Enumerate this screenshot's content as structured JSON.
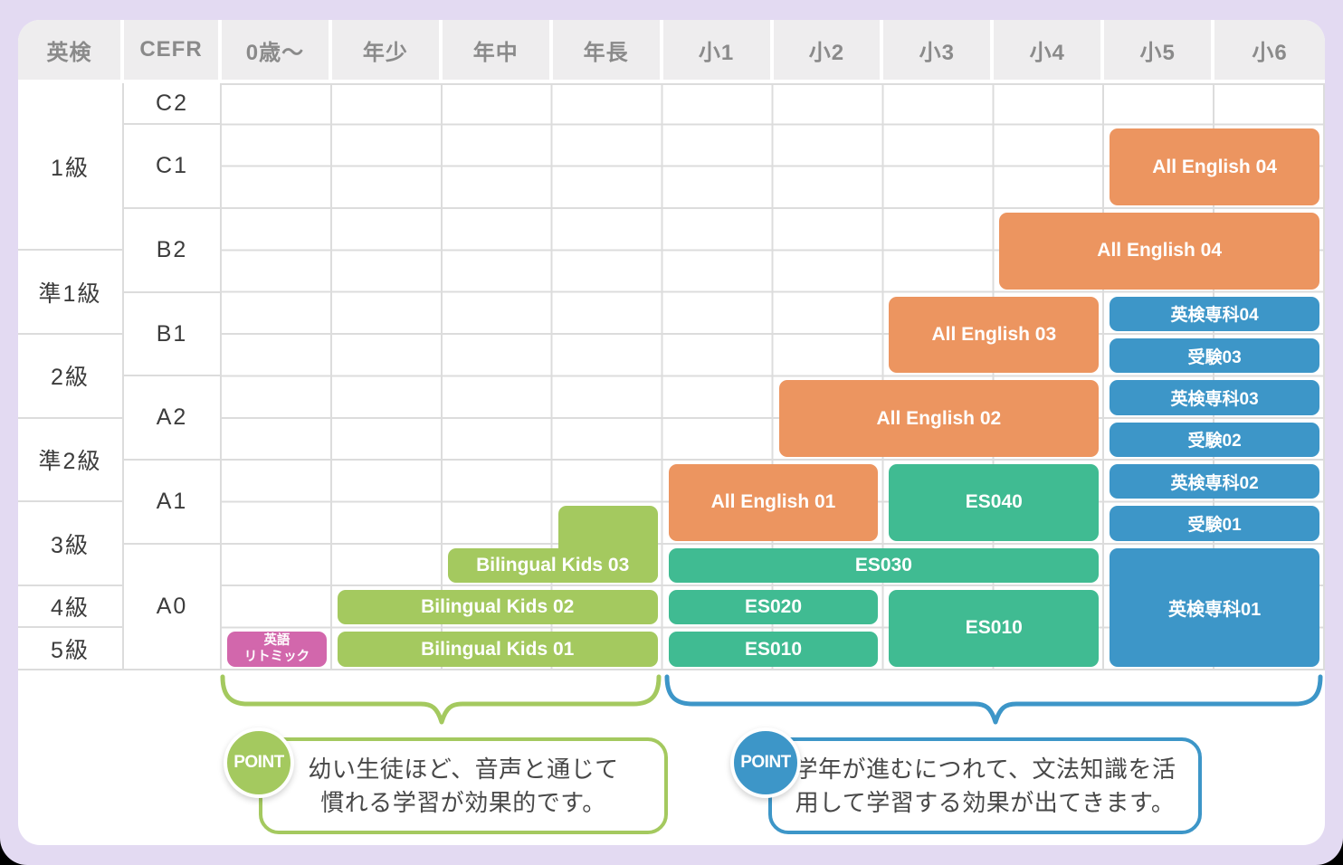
{
  "colors": {
    "background_lavender": "#E3DAF2",
    "panel_white": "#FFFFFF",
    "header_gray": "#EEEDEE",
    "grid_line": "#DCDCDC",
    "orange_all_english": "#EC9560",
    "teal_es": "#40BB92",
    "blue_eiken_juken": "#3D96C8",
    "green_bilingual": "#A4C95F",
    "pink_ritomikku": "#D267AC"
  },
  "header": {
    "eiken": "英検",
    "cefr": "CEFR",
    "ages": [
      "0歳〜",
      "年少",
      "年中",
      "年長",
      "小1",
      "小2",
      "小3",
      "小4",
      "小5",
      "小6"
    ]
  },
  "eiken_levels": [
    "1級",
    "準1級",
    "2級",
    "準2級",
    "3級",
    "4級",
    "5級"
  ],
  "cefr_levels": [
    "C2",
    "C1",
    "B2",
    "B1",
    "A2",
    "A1",
    "A0"
  ],
  "blocks": [
    {
      "label": "All English 04",
      "program": "all-english",
      "cefr": "C1",
      "grades": "小5〜小6"
    },
    {
      "label": "All English 04",
      "program": "all-english",
      "cefr": "B2",
      "grades": "小4〜小6"
    },
    {
      "label": "All English 03",
      "program": "all-english",
      "cefr": "B1",
      "grades": "小3〜小4"
    },
    {
      "label": "英検専科04",
      "program": "eiken-senka",
      "cefr": "B1",
      "grades": "小5〜小6"
    },
    {
      "label": "受験03",
      "program": "juken",
      "cefr": "B1",
      "grades": "小5〜小6"
    },
    {
      "label": "All English 02",
      "program": "all-english",
      "cefr": "A2",
      "grades": "小2〜小4"
    },
    {
      "label": "英検専科03",
      "program": "eiken-senka",
      "cefr": "A2",
      "grades": "小5〜小6"
    },
    {
      "label": "受験02",
      "program": "juken",
      "cefr": "A2",
      "grades": "小5〜小6"
    },
    {
      "label": "All English 01",
      "program": "all-english",
      "cefr": "A1",
      "grades": "小1〜小2"
    },
    {
      "label": "ES040",
      "program": "es",
      "cefr": "A1",
      "grades": "小3〜小4"
    },
    {
      "label": "英検専科02",
      "program": "eiken-senka",
      "cefr": "A1",
      "grades": "小5〜小6"
    },
    {
      "label": "受験01",
      "program": "juken",
      "cefr": "A1",
      "grades": "小5〜小6"
    },
    {
      "label": "Bilingual Kids 03",
      "program": "bilingual-kids",
      "cefr": "A0〜A1",
      "grades": "年中〜年長"
    },
    {
      "label": "ES030",
      "program": "es",
      "cefr": "A0",
      "grades": "小1〜小4"
    },
    {
      "label": "英検専科01",
      "program": "eiken-senka",
      "cefr": "A0",
      "grades": "小5〜小6"
    },
    {
      "label": "Bilingual Kids 02",
      "program": "bilingual-kids",
      "cefr": "A0",
      "grades": "年少〜年長"
    },
    {
      "label": "ES020",
      "program": "es",
      "cefr": "A0",
      "grades": "小1〜小2"
    },
    {
      "label": "ES010",
      "program": "es",
      "cefr": "A0",
      "grades": "小3〜小4"
    },
    {
      "label_line1": "英語",
      "label_line2": "リトミック",
      "program": "ritomikku",
      "cefr": "A0",
      "grades": "0歳〜"
    },
    {
      "label": "Bilingual Kids 01",
      "program": "bilingual-kids",
      "cefr": "A0",
      "grades": "年少〜年長"
    },
    {
      "label": "ES010",
      "program": "es",
      "cefr": "A0",
      "grades": "小1〜小2"
    }
  ],
  "points": [
    {
      "badge": "POINT",
      "lines": [
        "幼い生徒ほど、音声と通じて",
        "慣れる学習が効果的です。"
      ]
    },
    {
      "badge": "POINT",
      "lines": [
        "学年が進むにつれて、文法知識を活",
        "用して学習する効果が出てきます。"
      ]
    }
  ]
}
